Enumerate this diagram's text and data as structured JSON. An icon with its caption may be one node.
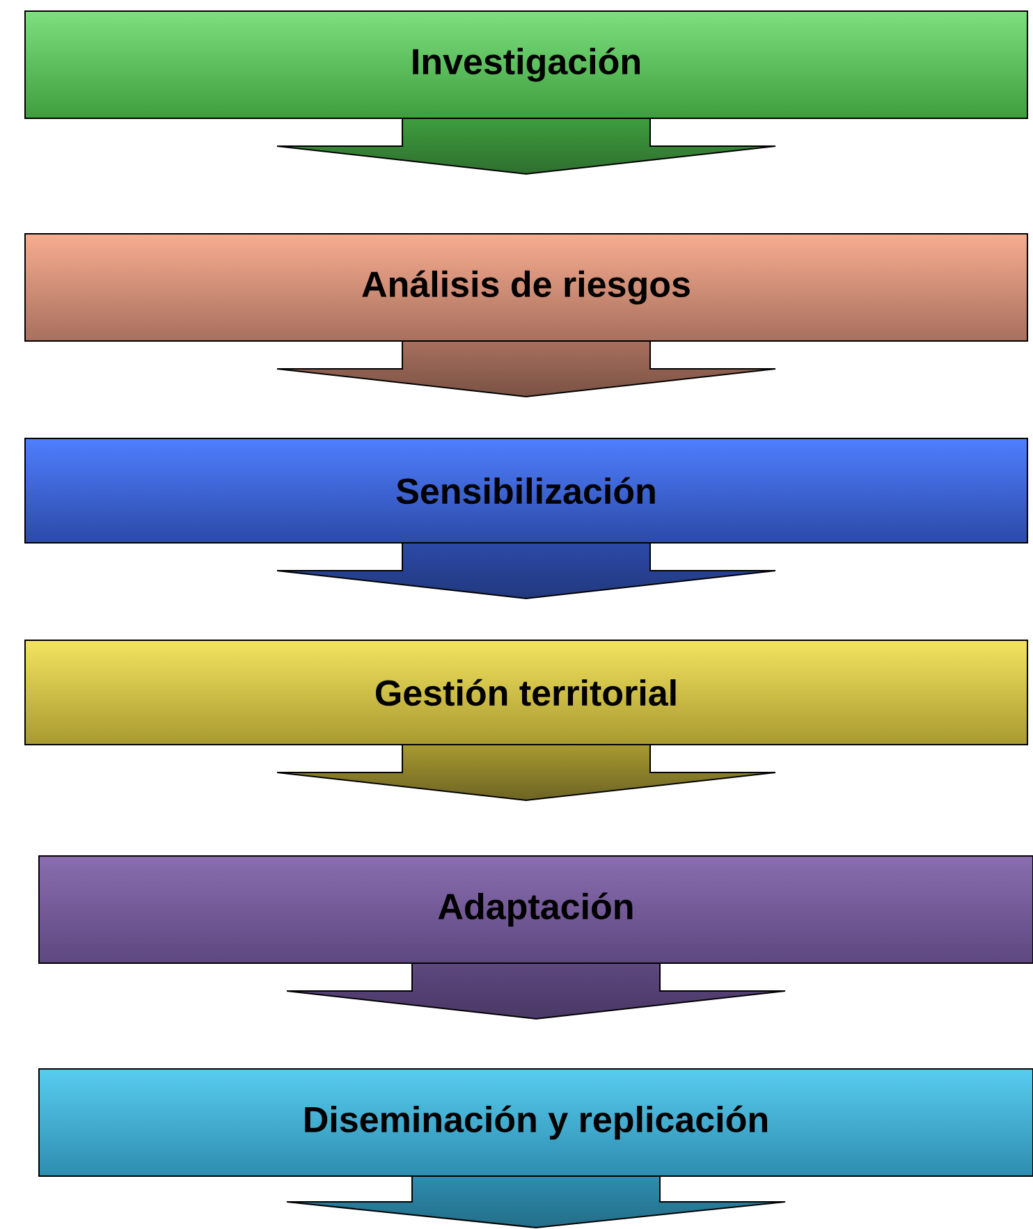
{
  "diagram": {
    "nodes": [
      {
        "text": [
          "Investigación"
        ]
      },
      {
        "text": [
          "Análisis de riesgos"
        ]
      },
      {
        "text": [
          "Sensibilización"
        ]
      },
      {
        "text": [
          "Gestión territorial"
        ]
      },
      {
        "text": [
          "Adaptación"
        ]
      },
      {
        "text": [
          "Diseminación y replicación"
        ]
      }
    ]
  }
}
